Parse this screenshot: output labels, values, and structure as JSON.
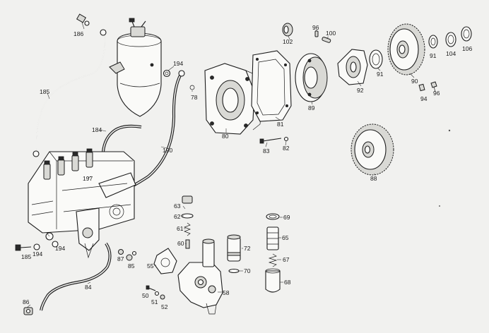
{
  "diagram": {
    "labels": [
      {
        "id": "p186a",
        "text": "186"
      },
      {
        "id": "p194a",
        "text": "194"
      },
      {
        "id": "p185a",
        "text": "185"
      },
      {
        "id": "p78",
        "text": "78"
      },
      {
        "id": "p80a",
        "text": "80"
      },
      {
        "id": "p81",
        "text": "81"
      },
      {
        "id": "p102",
        "text": "102"
      },
      {
        "id": "p96a",
        "text": "96"
      },
      {
        "id": "p100",
        "text": "100"
      },
      {
        "id": "p89",
        "text": "89"
      },
      {
        "id": "p92",
        "text": "92"
      },
      {
        "id": "p91a",
        "text": "91"
      },
      {
        "id": "p90",
        "text": "90"
      },
      {
        "id": "p91b",
        "text": "91"
      },
      {
        "id": "p104",
        "text": "104"
      },
      {
        "id": "p106",
        "text": "106"
      },
      {
        "id": "p94",
        "text": "94"
      },
      {
        "id": "p96b",
        "text": "96"
      },
      {
        "id": "p184",
        "text": "184"
      },
      {
        "id": "p190",
        "text": "190"
      },
      {
        "id": "p197",
        "text": "197"
      },
      {
        "id": "p83",
        "text": "83"
      },
      {
        "id": "p82",
        "text": "82"
      },
      {
        "id": "p88",
        "text": "88"
      },
      {
        "id": "p63",
        "text": "63"
      },
      {
        "id": "p62",
        "text": "62"
      },
      {
        "id": "p61",
        "text": "61"
      },
      {
        "id": "p60",
        "text": "60"
      },
      {
        "id": "p69",
        "text": "69"
      },
      {
        "id": "p65",
        "text": "65"
      },
      {
        "id": "p72",
        "text": "72"
      },
      {
        "id": "p67",
        "text": "67"
      },
      {
        "id": "p70",
        "text": "70"
      },
      {
        "id": "p68",
        "text": "68"
      },
      {
        "id": "p185b",
        "text": "185"
      },
      {
        "id": "p194b",
        "text": "194"
      },
      {
        "id": "p194c",
        "text": "194"
      },
      {
        "id": "p87",
        "text": "87"
      },
      {
        "id": "p85",
        "text": "85"
      },
      {
        "id": "p55",
        "text": "55"
      },
      {
        "id": "p58",
        "text": "58"
      },
      {
        "id": "p84",
        "text": "84"
      },
      {
        "id": "p50",
        "text": "50"
      },
      {
        "id": "p51",
        "text": "51"
      },
      {
        "id": "p52",
        "text": "52"
      },
      {
        "id": "p86",
        "text": "86"
      }
    ]
  }
}
